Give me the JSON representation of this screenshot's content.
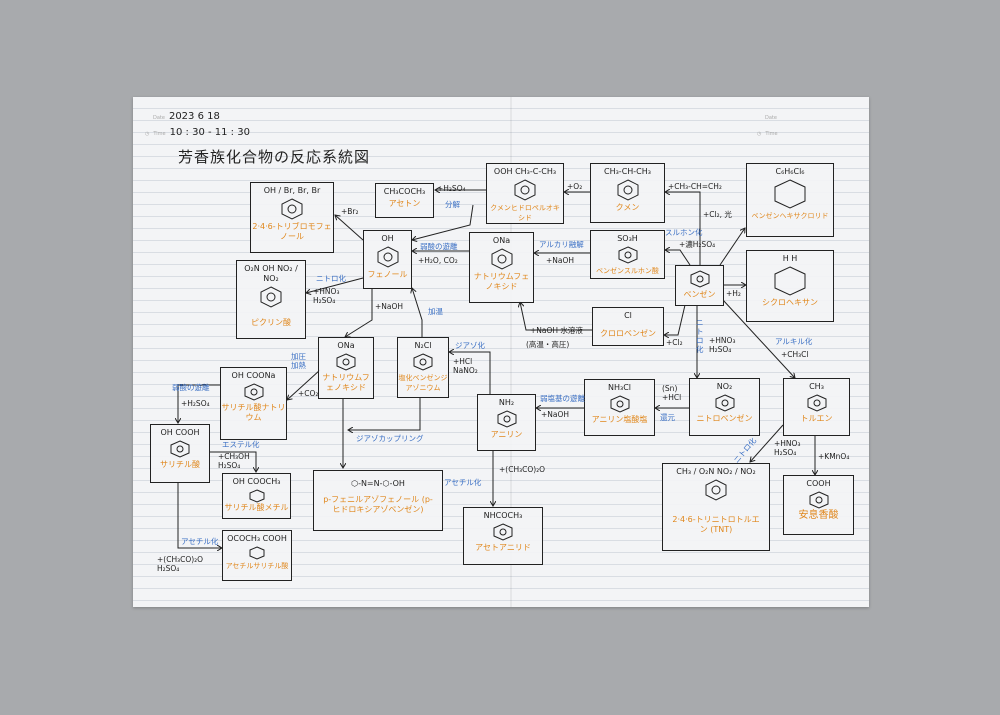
{
  "header": {
    "date_label": "Date",
    "date": "2023 6 18",
    "time_label": "Time",
    "time": "10 : 30 - 11 : 30",
    "title": "芳香族化合物の反応系統図",
    "right_date_label": "Date",
    "right_time_label": "Time"
  },
  "colors": {
    "ink": "#222222",
    "name": "#e0871c",
    "reaction": "#3a6fc4",
    "paper": "#f3f4f6",
    "background": "#a8aaad"
  },
  "nodes": {
    "tribromophenol": {
      "formula": "OH / Br, Br, Br",
      "name": "2·4·6-トリブロモフェノール"
    },
    "acetone": {
      "formula": "CH₃COCH₃",
      "name": "アセトン"
    },
    "cumene_hydroperoxide": {
      "formula": "OOH  CH₃-C-CH₃",
      "name": "クメンヒドロペルオキシド"
    },
    "cumene": {
      "formula": "CH₃-CH-CH₃",
      "name": "クメン"
    },
    "bhc": {
      "formula": "C₆H₆Cl₆",
      "name": "ベンゼンヘキサクロリド"
    },
    "phenol": {
      "formula": "OH",
      "name": "フェノール"
    },
    "sodium_phenoxide_top": {
      "formula": "ONa",
      "name": "ナトリウムフェノキシド"
    },
    "benzenesulfonic_acid": {
      "formula": "SO₃H",
      "name": "ベンゼンスルホン酸"
    },
    "benzene": {
      "formula": "",
      "name": "ベンゼン"
    },
    "cyclohexane": {
      "formula": "H H",
      "name": "シクロヘキサン"
    },
    "picric_acid": {
      "formula": "O₂N OH NO₂ / NO₂",
      "name": "ピクリン酸"
    },
    "chlorobenzene": {
      "formula": "Cl",
      "name": "クロロベンゼン"
    },
    "sodium_phenoxide_mid": {
      "formula": "ONa",
      "name": "ナトリウムフェノキシド"
    },
    "diazonium": {
      "formula": "N₂Cl",
      "name": "塩化ベンゼンジアゾニウム"
    },
    "sodium_salicylate": {
      "formula": "OH COONa",
      "name": "サリチル酸ナトリウム"
    },
    "salicylic_acid": {
      "formula": "OH COOH",
      "name": "サリチル酸"
    },
    "aniline": {
      "formula": "NH₂",
      "name": "アニリン"
    },
    "aniline_hcl": {
      "formula": "NH₃Cl",
      "name": "アニリン塩酸塩"
    },
    "nitrobenzene": {
      "formula": "NO₂",
      "name": "ニトロベンゼン"
    },
    "toluene": {
      "formula": "CH₃",
      "name": "トルエン"
    },
    "methyl_salicylate": {
      "formula": "OH COOCH₃",
      "name": "サリチル酸メチル"
    },
    "azo": {
      "formula": "⬡-N=N-⬡-OH",
      "name": "p-フェニルアゾフェノール (p-ヒドロキシアゾベンゼン)"
    },
    "aspirin": {
      "formula": "OCOCH₃ COOH",
      "name": "アセチルサリチル酸"
    },
    "acetanilide": {
      "formula": "NHCOCH₃",
      "name": "アセトアニリド"
    },
    "tnt": {
      "formula": "CH₃ / O₂N NO₂ / NO₂",
      "name": "2·4·6-トリニトロトルエン (TNT)"
    },
    "benzoic_acid": {
      "formula": "COOH",
      "name": "安息香酸"
    }
  },
  "labels": [
    "+H₂SO₄",
    "分解",
    "+O₂",
    "+CH₃-CH=CH₂",
    "+Cl₂, 光",
    "+Br₂",
    "弱酸の遊離",
    "+H₂O, CO₂",
    "アルカリ融解",
    "+NaOH",
    "スルホン化",
    "+濃H₂SO₄",
    "+H₂",
    "ニトロ化",
    "+HNO₃\nH₂SO₄",
    "+NaOH",
    "加温",
    "+NaOH 水溶液",
    "(高温・高圧)",
    "+Cl₂",
    "ニトロ化",
    "+HNO₃\nH₂SO₄",
    "アルキル化",
    "+CH₃Cl",
    "ジアゾ化",
    "+HCl\nNaNO₂",
    "加圧\n加熱",
    "+CO₂",
    "弱酸の遊離",
    "+H₂SO₄",
    "ジアゾカップリング",
    "弱塩基の遊離",
    "+NaOH",
    "(Sn)\n+HCl",
    "還元",
    "ニトロ化",
    "+HNO₃\nH₂SO₄",
    "+KMnO₄",
    "エステル化",
    "+CH₃OH\nH₂SO₄",
    "アセチル化",
    "+(CH₃CO)₂O",
    "アセチル化",
    "+(CH₃CO)₂O\nH₂SO₄"
  ]
}
